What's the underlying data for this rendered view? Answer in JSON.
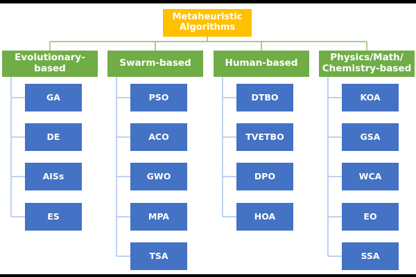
{
  "colors": {
    "root_fill": "#ffc000",
    "category_fill": "#70ad47",
    "leaf_fill": "#4472c4",
    "connector": "#a9c4e8",
    "tree_line": "#8fbc6a"
  },
  "root": {
    "label": "Metaheuristic\nAlgorithms"
  },
  "categories": [
    {
      "label": "Evolutionary-\nbased",
      "items": [
        "GA",
        "DE",
        "AISs",
        "ES"
      ]
    },
    {
      "label": "Swarm-based",
      "items": [
        "PSO",
        "ACO",
        "GWO",
        "MPA",
        "TSA"
      ]
    },
    {
      "label": "Human-based",
      "items": [
        "DTBO",
        "TVETBO",
        "DPO",
        "HOA"
      ]
    },
    {
      "label": "Physics/Math/\nChemistry-based",
      "items": [
        "KOA",
        "GSA",
        "WCA",
        "EO",
        "SSA"
      ]
    }
  ]
}
